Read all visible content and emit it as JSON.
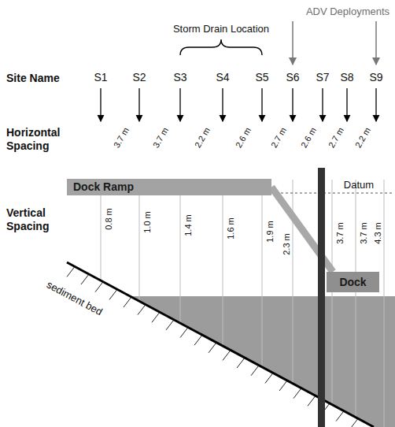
{
  "diagram": {
    "nodes": [
      {
        "text": [
          "Dock Ramp"
        ]
      },
      {
        "text": [
          "Dock"
        ]
      }
    ],
    "edges": [
      {
        "from": 0,
        "to": 1,
        "arrow": "none"
      }
    ],
    "labels": [
      "Storm Drain Location",
      "ADV Deployments",
      "Site Name",
      "S1",
      "S2",
      "S3",
      "S4",
      "S5",
      "S6",
      "S7",
      "S8",
      "S9",
      "Horizontal Spacing",
      "3.7 m",
      "3.7 m",
      "2.2 m",
      "2.6 m",
      "2.7 m",
      "2.6 m",
      "2.7 m",
      "2.2 m",
      "Vertical Spacing",
      "0.8 m",
      "1.0 m",
      "1.4 m",
      "1.6 m",
      "1.9 m",
      "2.3 m",
      "3.7 m",
      "3.7 m",
      "4.3 m",
      "Datum",
      "sediment bed"
    ]
  }
}
